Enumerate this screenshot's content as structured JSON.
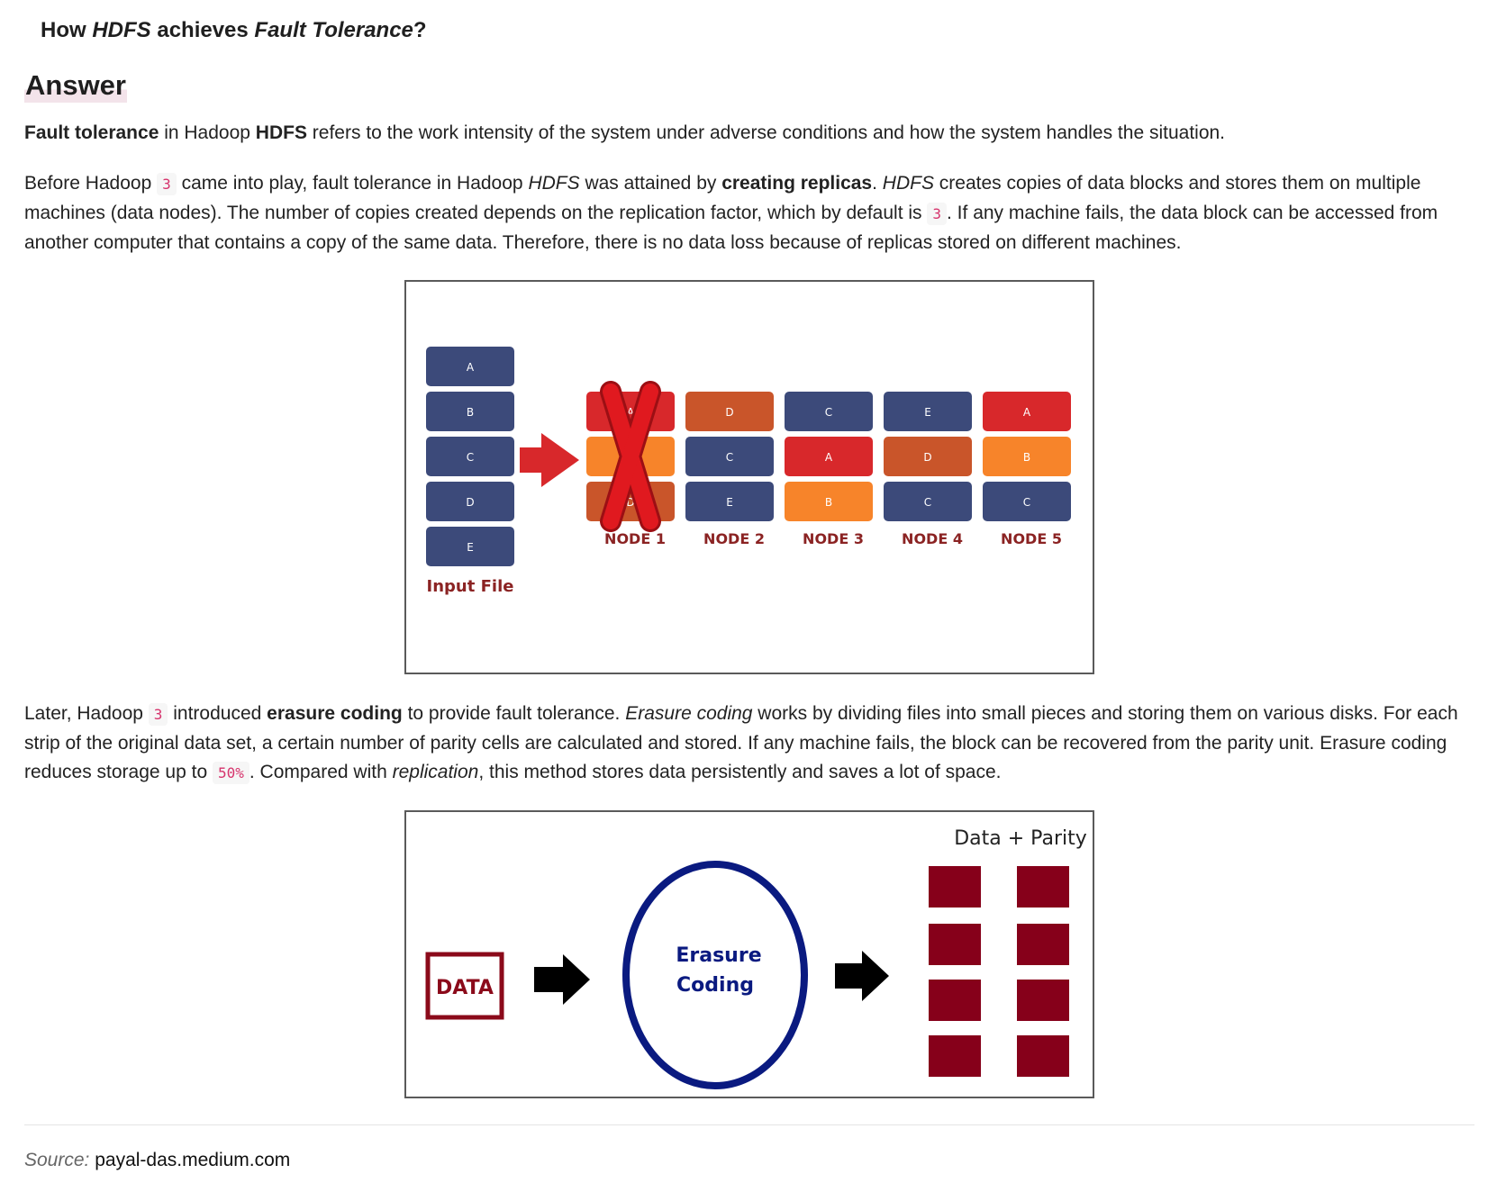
{
  "question": {
    "pre": "How ",
    "em1": "HDFS",
    "mid": " achieves ",
    "em2": "Fault Tolerance",
    "post": "?"
  },
  "answer_heading": "Answer",
  "p1": {
    "b1": "Fault tolerance",
    "t1": " in Hadoop ",
    "b2": "HDFS",
    "t2": " refers to the work intensity of the system under adverse conditions and how the system handles the situation."
  },
  "p2": {
    "t1": "Before Hadoop ",
    "c1": "3",
    "t2": " came into play, fault tolerance in Hadoop ",
    "i1": "HDFS",
    "t3": " was attained by ",
    "b1": "creating replicas",
    "t4": ". ",
    "i2": "HDFS",
    "t5": " creates copies of data blocks and stores them on multiple machines (data nodes). The number of copies created depends on the replication factor, which by default is ",
    "c2": "3",
    "t6": ". If any machine fails, the data block can be accessed from another computer that contains a copy of the same data. Therefore, there is no data loss because of replicas stored on different machines."
  },
  "p3": {
    "t1": "Later, Hadoop ",
    "c1": "3",
    "t2": " introduced ",
    "b1": "erasure coding",
    "t3": " to provide fault tolerance. ",
    "i1": "Erasure coding",
    "t4": " works by dividing files into small pieces and storing them on various disks. For each strip of the original data set, a certain number of parity cells are calculated and stored. If any machine fails, the block can be recovered from the parity unit. Erasure coding reduces storage up to ",
    "c2": "50%",
    "t5": ". Compared with ",
    "i2": "replication",
    "t6": ", this method stores data persistently and saves a lot of space."
  },
  "figure1": {
    "input_blocks": [
      "A",
      "B",
      "C",
      "D",
      "E"
    ],
    "input_label": "Input File",
    "nodes": [
      {
        "label": "NODE 1",
        "blocks": [
          "A",
          "B",
          "D"
        ],
        "colors": [
          "#d8282b",
          "#f7842a",
          "#c9552a"
        ],
        "failed": true
      },
      {
        "label": "NODE 2",
        "blocks": [
          "D",
          "C",
          "E"
        ],
        "colors": [
          "#c9552a",
          "#3c4a7a",
          "#3c4a7a"
        ],
        "failed": false
      },
      {
        "label": "NODE 3",
        "blocks": [
          "C",
          "A",
          "B"
        ],
        "colors": [
          "#3c4a7a",
          "#d8282b",
          "#f7842a"
        ],
        "failed": false
      },
      {
        "label": "NODE 4",
        "blocks": [
          "E",
          "D",
          "C"
        ],
        "colors": [
          "#3c4a7a",
          "#c9552a",
          "#3c4a7a"
        ],
        "failed": false
      },
      {
        "label": "NODE 5",
        "blocks": [
          "A",
          "B",
          "C"
        ],
        "colors": [
          "#d8282b",
          "#f7842a",
          "#3c4a7a"
        ],
        "failed": false
      }
    ],
    "colors": {
      "input_block": "#3c4a7a",
      "label": "#8b2323",
      "arrow": "#d8282b",
      "cross": "#e0191f"
    }
  },
  "figure2": {
    "data_label": "DATA",
    "circle_label_line1": "Erasure",
    "circle_label_line2": "Coding",
    "parity_label": "Data + Parity",
    "parity_rows": 4,
    "parity_cols": 2,
    "colors": {
      "data_box": "#8b0a1a",
      "circle": "#0a1a80",
      "parity": "#86001a",
      "arrow": "#000000"
    }
  },
  "source": {
    "label": "Source:",
    "value": " payal-das.medium.com"
  }
}
